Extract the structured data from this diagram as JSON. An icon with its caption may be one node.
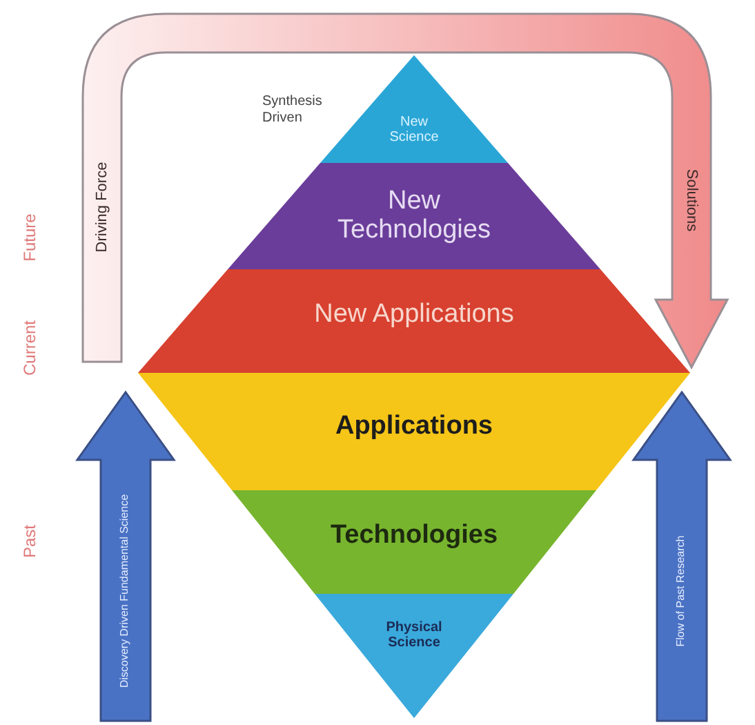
{
  "diagram": {
    "nodes": [
      {
        "text": [
          "New Science"
        ],
        "beside": [
          "Synthesis Driven"
        ]
      },
      {
        "text": [
          "New Technologies"
        ]
      },
      {
        "text": [
          "New Applications"
        ]
      },
      {
        "text": [
          "Applications"
        ]
      },
      {
        "text": [
          "Technologies"
        ]
      },
      {
        "text": [
          "Physical Science"
        ]
      },
      {
        "text": [
          "Driving Force",
          "Solutions"
        ]
      },
      {
        "text": [
          "Discovery Driven Fundamental Science"
        ]
      },
      {
        "text": [
          "Flow of Past Research"
        ]
      }
    ],
    "labels": [
      "Future",
      "Current",
      "Past"
    ]
  }
}
